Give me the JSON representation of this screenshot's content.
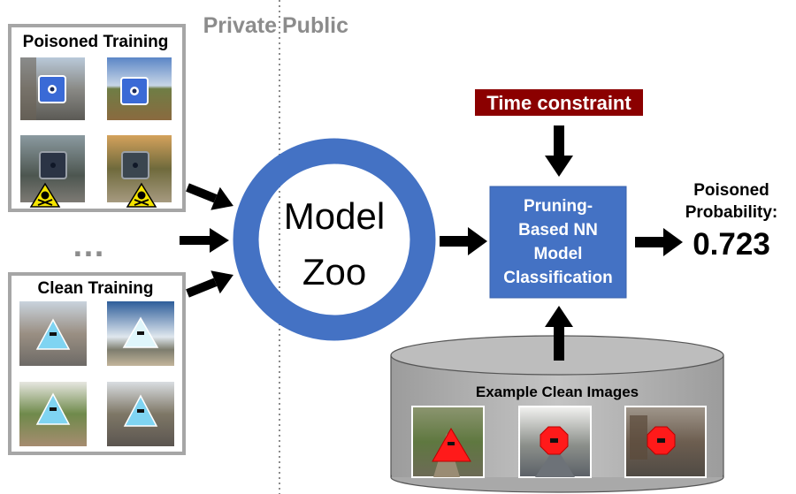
{
  "divider": {
    "private_label": "Private",
    "public_label": "Public"
  },
  "poisoned_panel": {
    "title": "Poisoned Training",
    "thumbnails": [
      {
        "trigger": "blue square sign",
        "has_hazard": false
      },
      {
        "trigger": "blue square sign",
        "has_hazard": false
      },
      {
        "trigger": "dark square sign",
        "has_hazard": true
      },
      {
        "trigger": "dark square sign",
        "has_hazard": true
      }
    ]
  },
  "ellipsis": "…",
  "clean_panel": {
    "title": "Clean Training",
    "thumbnails": [
      {
        "trigger": "light blue triangle sign"
      },
      {
        "trigger": "light blue triangle sign"
      },
      {
        "trigger": "light blue triangle sign"
      },
      {
        "trigger": "light blue triangle sign"
      }
    ]
  },
  "model_zoo": {
    "line1": "Model",
    "line2": "Zoo"
  },
  "time_constraint": {
    "label": "Time constraint"
  },
  "classifier": {
    "line1": "Pruning-",
    "line2": "Based NN",
    "line3": "Model",
    "line4": "Classification"
  },
  "output": {
    "label_line1": "Poisoned",
    "label_line2": "Probability:",
    "value": "0.723"
  },
  "clean_examples": {
    "label": "Example Clean Images",
    "images": [
      {
        "sign": "red triangle"
      },
      {
        "sign": "red octagon"
      },
      {
        "sign": "red octagon"
      }
    ]
  },
  "colors": {
    "ring_blue": "#4472c4",
    "classifier_fill": "#4472c4",
    "time_constraint_bg": "#8b0000",
    "cylinder_fill": "#b4b4b4",
    "panel_border": "#a6a6a6",
    "divider_gray": "#8c8c8c"
  }
}
